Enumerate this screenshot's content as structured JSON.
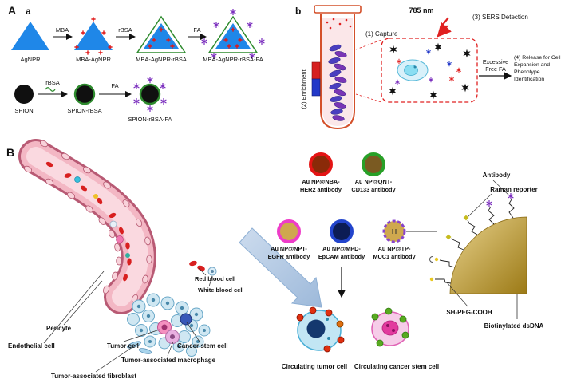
{
  "colors": {
    "agnpr_blue": "#1f87e8",
    "rbsa_green": "#2e8b2e",
    "fa_purple": "#7b2fbe",
    "mba_red": "#e01818",
    "tube_orange": "#d4502a",
    "laser_red": "#e02020",
    "vessel_pink": "#f3b7c4",
    "gold": "#c9a227",
    "arrow_blue": "#b9cfe8"
  },
  "panelA": {
    "label": "A",
    "sub_label": "a",
    "row1_items": [
      "AgNPR",
      "MBA-AgNPR",
      "MBA-AgNPR-rBSA",
      "MBA-AgNPR-rBSA-FA"
    ],
    "row1_arrows": [
      "MBA",
      "rBSA",
      "FA"
    ],
    "row2_items": [
      "SPION",
      "SPION-rBSA",
      "SPION-rBSA-FA"
    ],
    "row2_arrows": [
      "rBSA",
      "FA"
    ]
  },
  "panelTube": {
    "label": "b",
    "laser": "785 nm",
    "capture": "(1) Capture",
    "enrichment": "(2) Enrichment",
    "sers": "(3) SERS Detection",
    "excessive": [
      "Excessive",
      "Free FA"
    ],
    "release": [
      "(4) Release for Cell",
      "Expansion and",
      "Phenotype",
      "Identification"
    ]
  },
  "panelB": {
    "label": "B",
    "vessel": {
      "pericyte": "Pericyte",
      "endothelial": "Endothelial cell",
      "tumor_cell": "Tumor cell",
      "cancer_stem": "Cancer stem cell",
      "macrophage": "Tumor-associated macrophage",
      "fibroblast": "Tumor-associated fibroblast",
      "rbc": "Red blood cell",
      "wbc": "White blood cell"
    },
    "nanoparticles": [
      {
        "l1": "Au NP@NBA-",
        "l2": "HER2 antibody"
      },
      {
        "l1": "Au NP@QNT-",
        "l2": "CD133 antibody"
      },
      {
        "l1": "Au NP@NPT-",
        "l2": "EGFR antibody"
      },
      {
        "l1": "Au NP@MPD-",
        "l2": "EpCAM antibody"
      },
      {
        "l1": "Au NP@TP-",
        "l2": "MUC1 antibody"
      }
    ],
    "functionalization": {
      "antibody": "Antibody",
      "raman": "Raman reporter",
      "peg": "SH-PEG-COOH",
      "dsdna": "Biotinylated dsDNA"
    },
    "cells": {
      "ctc": "Circulating tumor cell",
      "ccsc": "Circulating cancer stem cell"
    }
  }
}
